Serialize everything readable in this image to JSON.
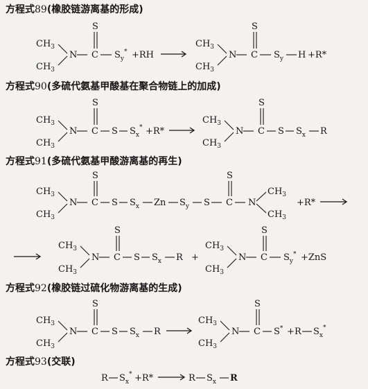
{
  "equations": [
    {
      "label": "方程式",
      "number": "89",
      "desc": "(橡胶链游离基的形成)"
    },
    {
      "label": "方程式",
      "number": "90",
      "desc": "(多硫代氨基甲酸基在聚合物链上的加成)"
    },
    {
      "label": "方程式",
      "number": "91",
      "desc": "(多硫代氨基甲酸游离基的再生)"
    },
    {
      "label": "方程式",
      "number": "92",
      "desc": "(橡胶链过硫化物游离基的生成)"
    },
    {
      "label": "方程式",
      "number": "93",
      "desc": "(交联)"
    }
  ],
  "chem": {
    "ch3": "CH",
    "three": "3",
    "n": "N",
    "c": "C",
    "s": "S",
    "rh": "+RH",
    "h": "H",
    "r": "R",
    "rstar": "+R*",
    "y": "y",
    "x": "x",
    "star": "*",
    "zn": "Zn",
    "znS": "+ZnS",
    "plus": "+"
  }
}
